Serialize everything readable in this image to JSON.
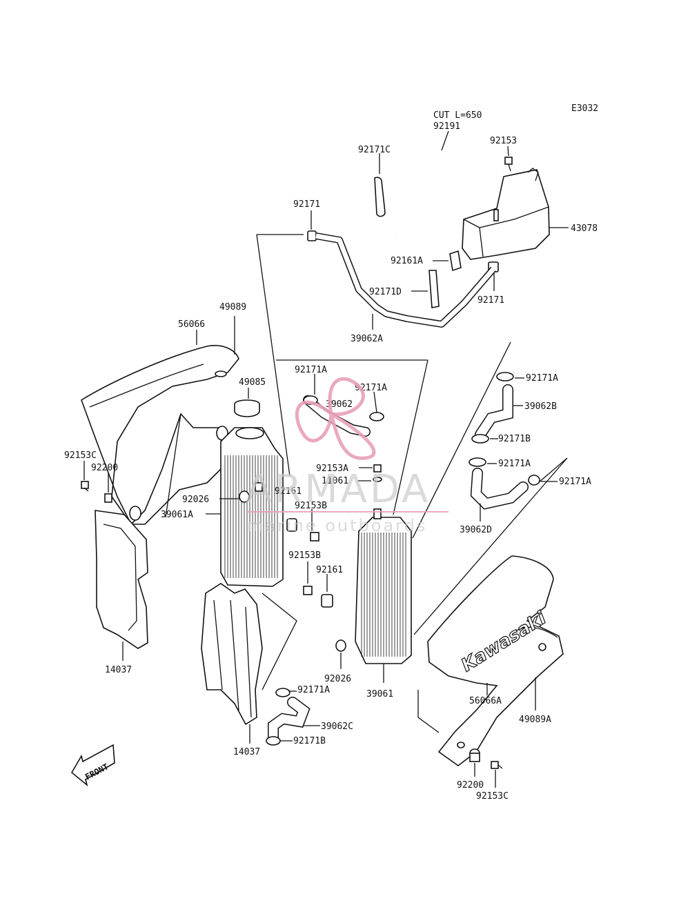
{
  "diagram_code": "E3032",
  "hose_cut_note": "CUT L=650",
  "labels": {
    "p92191": "92191",
    "p92153": "92153",
    "p92171C": "92171C",
    "p43078": "43078",
    "p92171_top": "92171",
    "p92161A": "92161A",
    "p92171D": "92171D",
    "p92171_right": "92171",
    "p39062A": "39062A",
    "p49089": "49089",
    "p56066": "56066",
    "p49085": "49085",
    "p92171A_l": "92171A",
    "p92171A_m": "92171A",
    "p39062": "39062",
    "p92171A_r1": "92171A",
    "p39062B": "39062B",
    "p92171B_r": "92171B",
    "p92171A_r2": "92171A",
    "p92171A_r3": "92171A",
    "p39062D": "39062D",
    "p92153C_l": "92153C",
    "p92200_l": "92200",
    "p92153A": "92153A",
    "p11061": "11061",
    "p92026_l": "92026",
    "p92161_l": "92161",
    "p39061A": "39061A",
    "p92153B_1": "92153B",
    "p92153B_2": "92153B",
    "p92161_m": "92161",
    "p92026_r": "92026",
    "p39061": "39061",
    "p14037_l": "14037",
    "p14037_b": "14037",
    "p92171A_b": "92171A",
    "p39062C": "39062C",
    "p92171B_b": "92171B",
    "p56066A": "56066A",
    "p49089A": "49089A",
    "p92200_r": "92200",
    "p92153C_r": "92153C"
  },
  "shroud_brand": "Kawasaki",
  "front_arrow": "FRONT",
  "watermark": {
    "brand": "ARMADA",
    "tagline": "marine outboards",
    "color": "#e8a0b8"
  }
}
